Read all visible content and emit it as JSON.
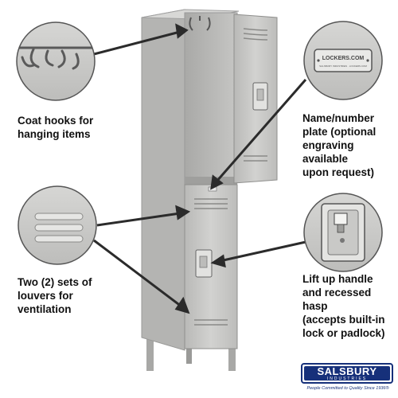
{
  "features": {
    "coat_hooks": "Coat hooks for\nhanging items",
    "louvers": "Two (2) sets of\nlouvers for\nventilation",
    "name_plate": "Name/number\nplate (optional\nengraving available\nupon request)",
    "handle": "Lift up handle\nand recessed hasp\n(accepts built-in\nlock or padlock)"
  },
  "plate_closeup": {
    "text": "LOCKERS.COM",
    "subtext": "SALSBURY INDUSTRIES · LOCKERS.COM"
  },
  "logo": {
    "name": "SALSBURY",
    "sub": "INDUSTRIES",
    "tagline": "People Committed to Quality Since 1936®"
  },
  "icons": {
    "hooks": "coat-hook-icon",
    "louver": "louver-icon",
    "plate": "name-plate-icon",
    "handle": "handle-hasp-icon"
  },
  "colors": {
    "locker": "#c9c9c7",
    "callout_border": "#555555",
    "brand": "#16307a"
  }
}
